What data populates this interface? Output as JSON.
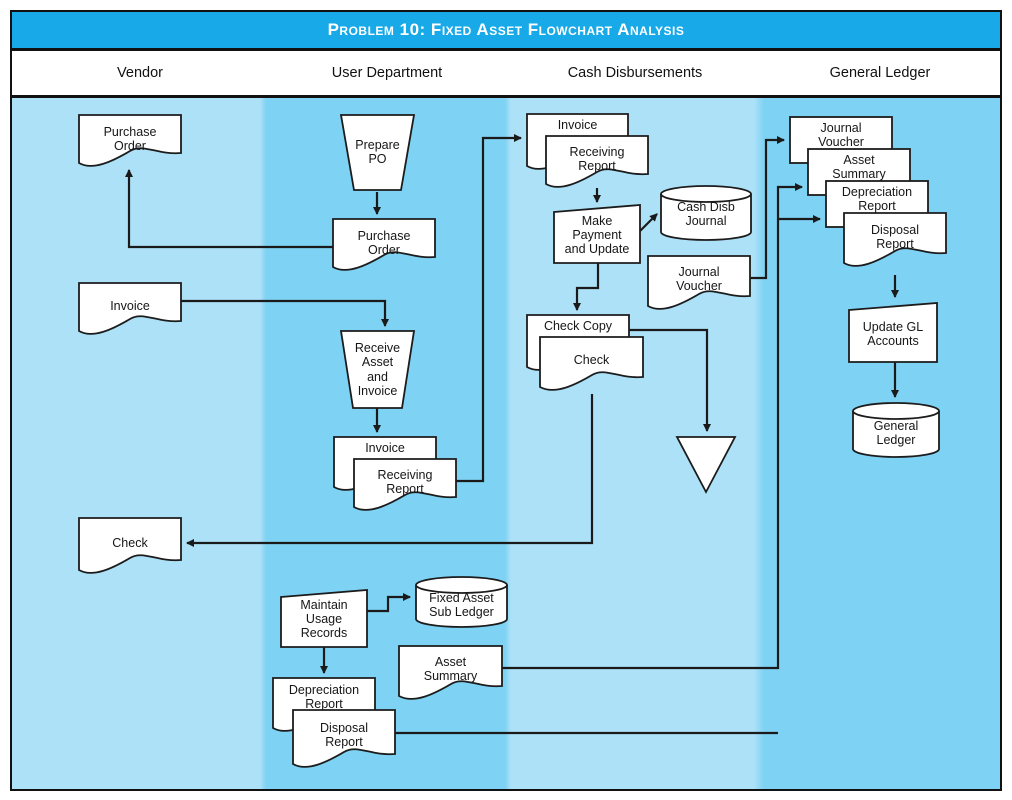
{
  "title": "Problem 10: Fixed Asset Flowchart Analysis",
  "columns": [
    {
      "label": "Vendor"
    },
    {
      "label": "User Department"
    },
    {
      "label": "Cash Disbursements"
    },
    {
      "label": "General Ledger"
    }
  ],
  "colors": {
    "title_bar": "#18a9e8",
    "band_light": "#ade1f8",
    "band_dark": "#7ed2f3",
    "line": "#1a1a1a",
    "shape_fill": "#ffffff"
  },
  "nodes": {
    "vendor_purchase_order": {
      "label": "Purchase\nOrder",
      "type": "document"
    },
    "vendor_invoice": {
      "label": "Invoice",
      "type": "document"
    },
    "vendor_check": {
      "label": "Check",
      "type": "document"
    },
    "prepare_po": {
      "label": "Prepare\nPO",
      "type": "manual-operation"
    },
    "user_purchase_order": {
      "label": "Purchase\nOrder",
      "type": "document"
    },
    "receive_asset": {
      "label": "Receive\nAsset\nand\nInvoice",
      "type": "manual-operation"
    },
    "user_invoice": {
      "label": "Invoice",
      "type": "document"
    },
    "user_receiving_report": {
      "label": "Receiving\nReport",
      "type": "document"
    },
    "maintain_usage": {
      "label": "Maintain\nUsage\nRecords",
      "type": "process"
    },
    "fixed_asset_subledger": {
      "label": "Fixed Asset\nSub Ledger",
      "type": "datastore"
    },
    "user_asset_summary": {
      "label": "Asset\nSummary",
      "type": "document"
    },
    "user_depreciation_report": {
      "label": "Depreciation\nReport",
      "type": "document"
    },
    "user_disposal_report": {
      "label": "Disposal\nReport",
      "type": "document"
    },
    "cash_invoice": {
      "label": "Invoice",
      "type": "document"
    },
    "cash_receiving_report": {
      "label": "Receiving\nReport",
      "type": "document"
    },
    "make_payment": {
      "label": "Make\nPayment\nand Update",
      "type": "process"
    },
    "cash_disb_journal": {
      "label": "Cash Disb\nJournal",
      "type": "datastore"
    },
    "cash_journal_voucher": {
      "label": "Journal\nVoucher",
      "type": "document"
    },
    "check_copy": {
      "label": "Check Copy",
      "type": "document"
    },
    "check": {
      "label": "Check",
      "type": "document"
    },
    "file_archive": {
      "label": "",
      "type": "offline-file"
    },
    "gl_journal_voucher": {
      "label": "Journal\nVoucher",
      "type": "document"
    },
    "gl_asset_summary": {
      "label": "Asset\nSummary",
      "type": "document"
    },
    "gl_depreciation_report": {
      "label": "Depreciation\nReport",
      "type": "document"
    },
    "gl_disposal_report": {
      "label": "Disposal\nReport",
      "type": "document"
    },
    "update_gl": {
      "label": "Update GL\nAccounts",
      "type": "process"
    },
    "general_ledger": {
      "label": "General\nLedger",
      "type": "datastore"
    }
  }
}
